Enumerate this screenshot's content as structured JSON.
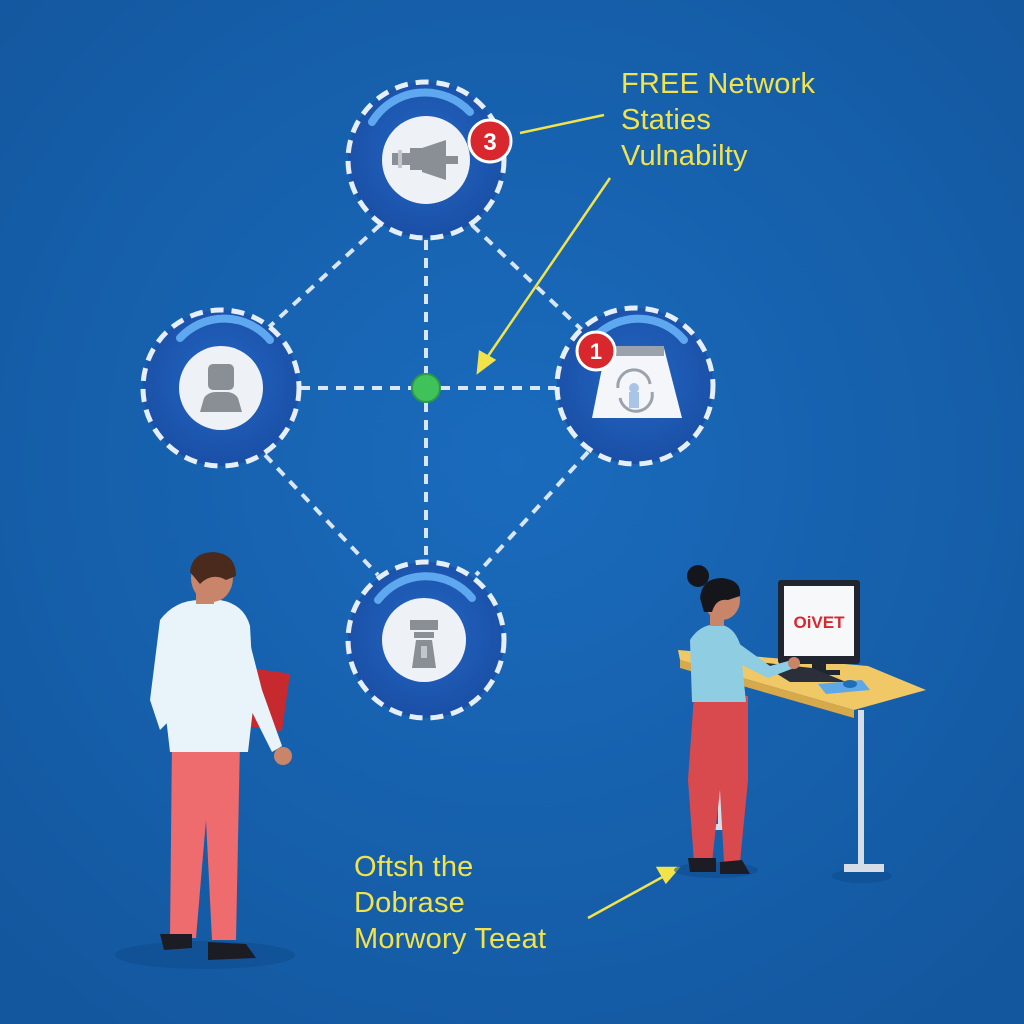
{
  "callouts": {
    "top": [
      "FREE Network",
      "Staties",
      "Vulnabilty"
    ],
    "bottom": [
      "Oftsh the",
      "Dobrase",
      "Morwory Teeat"
    ]
  },
  "badges": {
    "top_node": "3",
    "right_node": "1"
  },
  "monitor": {
    "screen_text": "OiVET"
  },
  "icons": {
    "top_node": "plug-connector-icon",
    "left_node": "user-avatar-icon",
    "right_node": "refresh-device-icon",
    "bottom_node": "server-tower-icon"
  },
  "colors": {
    "background": "#1660ae",
    "node_fill": "#1d58b5",
    "dashes": "#d9e6f5",
    "hub": "#3fc25a",
    "callout_text": "#f2e34a",
    "badge": "#d8272d"
  }
}
